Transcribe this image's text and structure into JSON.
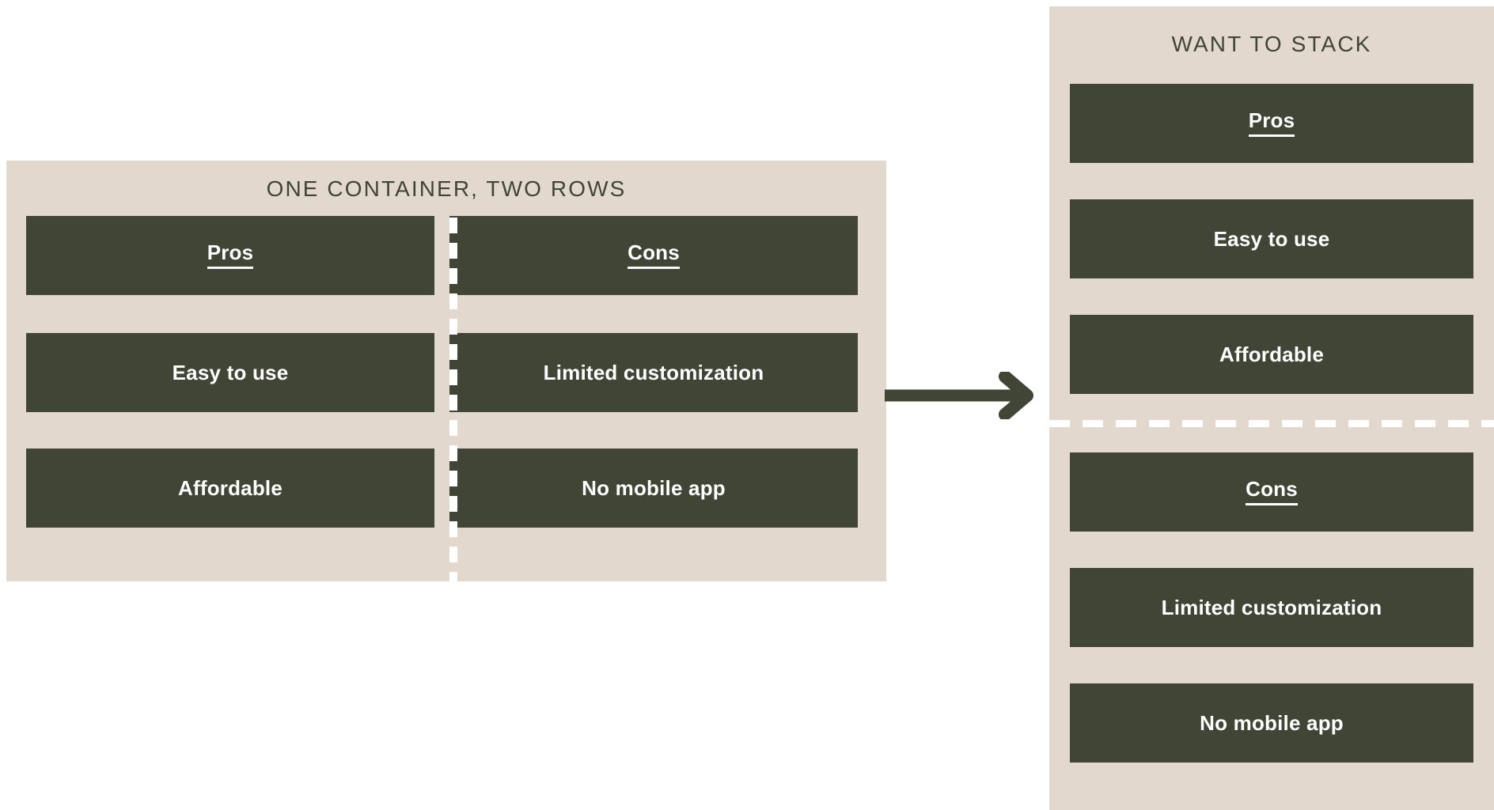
{
  "canvas": {
    "background": "#ffffff",
    "panel_background": "#e2d8ce",
    "card_background": "#414536",
    "card_text_color": "#ffffff",
    "title_color": "#414536",
    "divider_color": "#ffffff",
    "arrow_color": "#414536"
  },
  "left_panel": {
    "title": "ONE CONTAINER, TWO ROWS",
    "columns": [
      {
        "name": "pros",
        "cards": [
          {
            "label": "Pros",
            "heading": true
          },
          {
            "label": "Easy to use",
            "heading": false
          },
          {
            "label": "Affordable",
            "heading": false
          }
        ]
      },
      {
        "name": "cons",
        "cards": [
          {
            "label": "Cons",
            "heading": true
          },
          {
            "label": "Limited customization",
            "heading": false
          },
          {
            "label": "No mobile app",
            "heading": false
          }
        ]
      }
    ],
    "divider": {
      "orientation": "vertical",
      "style": "dashed"
    }
  },
  "arrow": {
    "icon": "arrow-right-icon",
    "direction": "right"
  },
  "right_panel": {
    "title": "WANT TO STACK",
    "cards": [
      {
        "label": "Pros",
        "heading": true
      },
      {
        "label": "Easy to use",
        "heading": false
      },
      {
        "label": "Affordable",
        "heading": false
      },
      {
        "label": "Cons",
        "heading": true
      },
      {
        "label": "Limited customization",
        "heading": false
      },
      {
        "label": "No mobile app",
        "heading": false
      }
    ],
    "divider": {
      "orientation": "horizontal",
      "style": "dashed",
      "after_index": 2
    }
  }
}
